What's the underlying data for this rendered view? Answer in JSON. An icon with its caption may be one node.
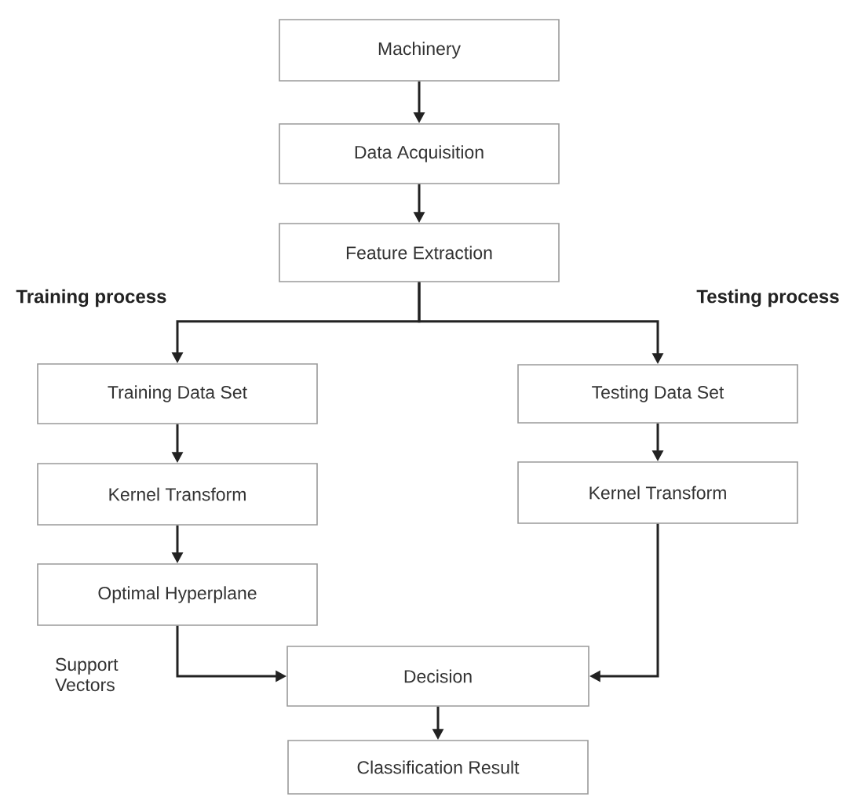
{
  "diagram": {
    "nodes": [
      {
        "text": [
          "Machinery"
        ]
      },
      {
        "text": [
          "Data Acquisition"
        ]
      },
      {
        "text": [
          "Feature Extraction"
        ]
      },
      {
        "text": [
          "Training Data Set"
        ]
      },
      {
        "text": [
          "Testing Data Set"
        ]
      },
      {
        "text": [
          "Kernel Transform"
        ]
      },
      {
        "text": [
          "Kernel Transform"
        ]
      },
      {
        "text": [
          "Optimal Hyperplane"
        ]
      },
      {
        "text": [
          "Decision"
        ]
      },
      {
        "text": [
          "Classification Result"
        ]
      }
    ],
    "edges": [
      {
        "from": 0,
        "to": 1,
        "arrow": "to"
      },
      {
        "from": 1,
        "to": 2,
        "arrow": "to"
      },
      {
        "from": 2,
        "to": 3,
        "arrow": "to"
      },
      {
        "from": 2,
        "to": 4,
        "arrow": "to"
      },
      {
        "from": 3,
        "to": 5,
        "arrow": "to"
      },
      {
        "from": 4,
        "to": 6,
        "arrow": "to"
      },
      {
        "from": 5,
        "to": 7,
        "arrow": "to"
      },
      {
        "from": 7,
        "to": 8,
        "arrow": "to",
        "label": "Support Vectors"
      },
      {
        "from": 6,
        "to": 8,
        "arrow": "to"
      },
      {
        "from": 8,
        "to": 9,
        "arrow": "to"
      }
    ],
    "labels": [
      "Training process",
      "Testing process"
    ]
  }
}
